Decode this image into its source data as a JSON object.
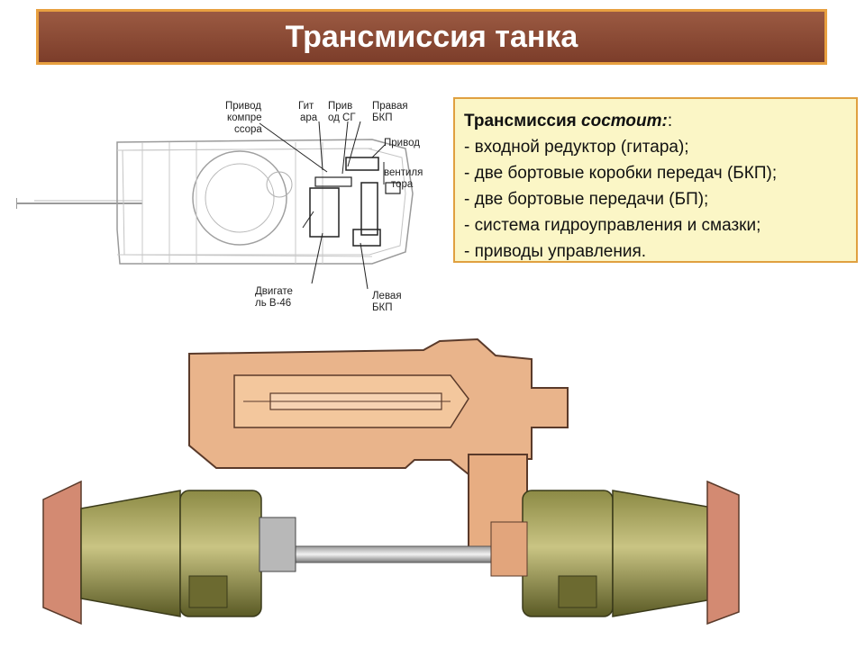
{
  "slide": {
    "title": "Трансмиссия танка"
  },
  "info": {
    "head_bold": "Трансмиссия ",
    "head_italic": "состоит:",
    "head_tail": ":",
    "items": [
      "- входной редуктор (гитара);",
      "- две бортовые коробки передач (БКП);",
      "- две бортовые передачи (БП);",
      "- система гидроуправления и смазки;",
      "- приводы управления."
    ]
  },
  "labels": {
    "privod_kompressora_1": "Привод",
    "privod_kompressora_2": "компре",
    "privod_kompressora_3": "ссора",
    "gitara_1": "Гит",
    "gitara_2": "ара",
    "privod_sg_1": "Прив",
    "privod_sg_2": "од СГ",
    "pravaya_bkp_1": "Правая",
    "pravaya_bkp_2": "БКП",
    "privod": "Привод",
    "ventilyatora_1": "вентиля",
    "ventilyatora_2": "тора",
    "dvigatel_1": "Двигате",
    "dvigatel_2": "ль В-46",
    "levaya_bkp_1": "Левая",
    "levaya_bkp_2": "БКП"
  }
}
